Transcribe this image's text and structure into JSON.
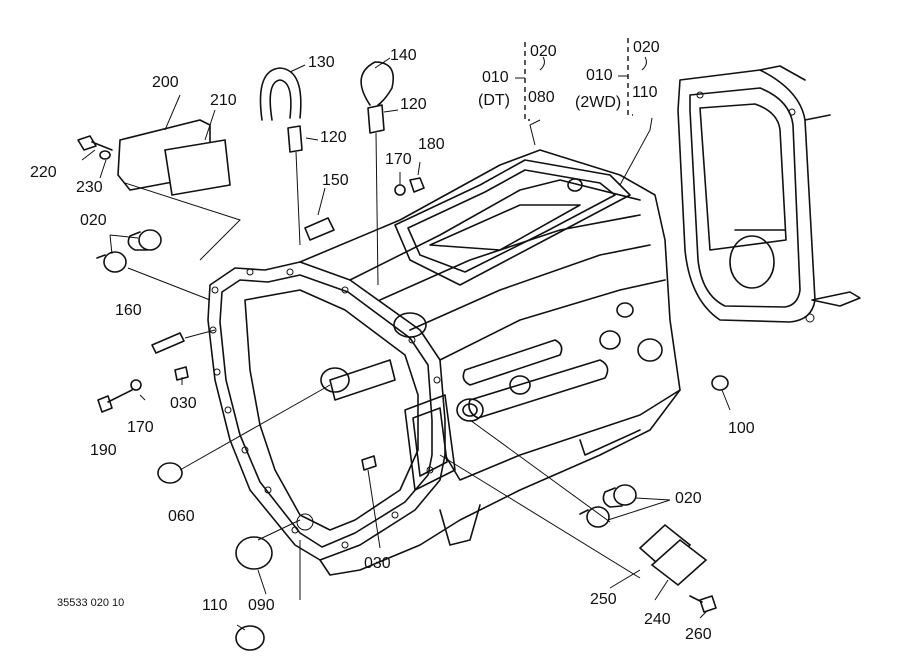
{
  "drawing_code": "35533 020 10",
  "labels": {
    "l010_dt": "010",
    "l020_dt": "020",
    "l080": "080",
    "dt": "(DT)",
    "l010_2wd": "010",
    "l020_2wd": "020",
    "l110_2wd": "110",
    "twowd": "(2WD)",
    "l200": "200",
    "l210": "210",
    "l220": "220",
    "l230": "230",
    "l130": "130",
    "l140": "140",
    "l120a": "120",
    "l120b": "120",
    "l170a": "170",
    "l180": "180",
    "l150": "150",
    "l020a": "020",
    "l160": "160",
    "l030a": "030",
    "l170b": "170",
    "l190": "190",
    "l100": "100",
    "l060": "060",
    "l030b": "030",
    "l020b": "020",
    "l250": "250",
    "l240": "240",
    "l260": "260",
    "l110": "110",
    "l090": "090"
  }
}
